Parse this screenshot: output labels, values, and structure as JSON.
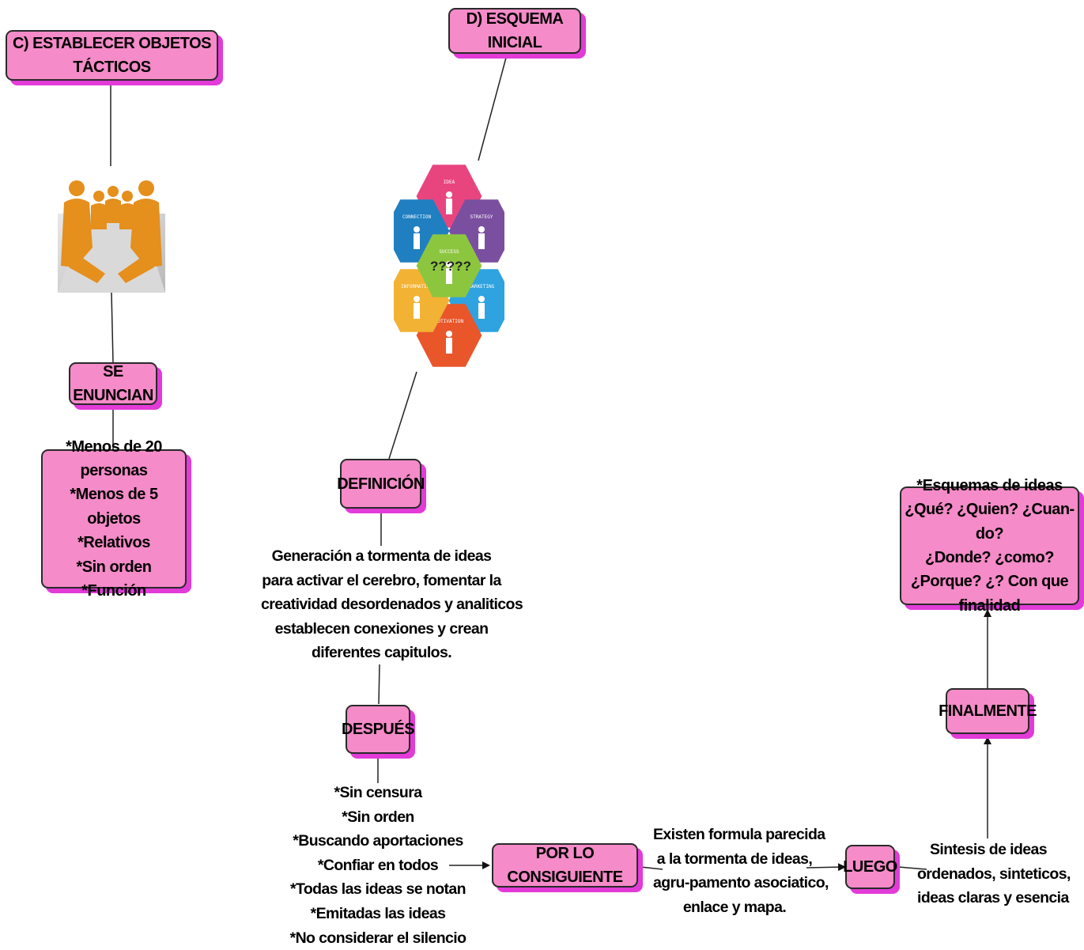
{
  "nodes": {
    "c_title": "C) ESTABLECER OBJETOS TÁCTICOS",
    "d_title": "D) ESQUEMA INICIAL",
    "se_enuncian": "SE ENUNCIAN",
    "enuncian_list": [
      "*Menos de 20 personas",
      "*Menos de 5 objetos",
      "*Relativos",
      "*Sin orden",
      "*Función"
    ],
    "definicion": "DEFINICIÓN",
    "definicion_text": [
      "Generación a tormenta de ideas",
      "para activar el cerebro, fomentar la",
      "creatividad desordenados y analiticos",
      "establecen conexiones y crean",
      "diferentes capitulos."
    ],
    "despues": "DESPUÉS",
    "despues_list": [
      "*Sin censura",
      "*Sin orden",
      "*Buscando aportaciones",
      "*Confiar en todos",
      "*Todas las ideas se notan",
      "*Emitadas las ideas",
      "*No considerar el silencio"
    ],
    "por_lo_consiguiente": "POR LO CONSIGUIENTE",
    "existen_text": [
      "Existen formula parecida",
      "a la tormenta de ideas,",
      "agru-pamento asociatico,",
      "enlace y mapa."
    ],
    "luego": "LUEGO",
    "sintesis_text": [
      "Sintesis de ideas",
      "ordenados, sinteticos,",
      "ideas claras y esencia"
    ],
    "finalmente": "FINALMENTE",
    "esquemas_list": [
      "*Esquemas de ideas",
      "¿Qué? ¿Quien? ¿Cuan-do?",
      "¿Donde? ¿como?",
      "¿Porque? ¿? Con que finalidad"
    ]
  },
  "hexagons": {
    "labels": [
      "IDEA",
      "STRATEGY",
      "MARKETING",
      "MOTIVATION",
      "INFORMATION",
      "CONNECTION",
      "SUCCESS"
    ],
    "center_overlay": "?????",
    "colors": [
      "#e8457f",
      "#7b4fa0",
      "#2ea3e0",
      "#e8562a",
      "#f2b233",
      "#1f7fc1",
      "#8cc63f"
    ]
  },
  "colors": {
    "node_fill": "#f58bc8",
    "node_shadow": "#e23bd8",
    "line": "#222222"
  }
}
